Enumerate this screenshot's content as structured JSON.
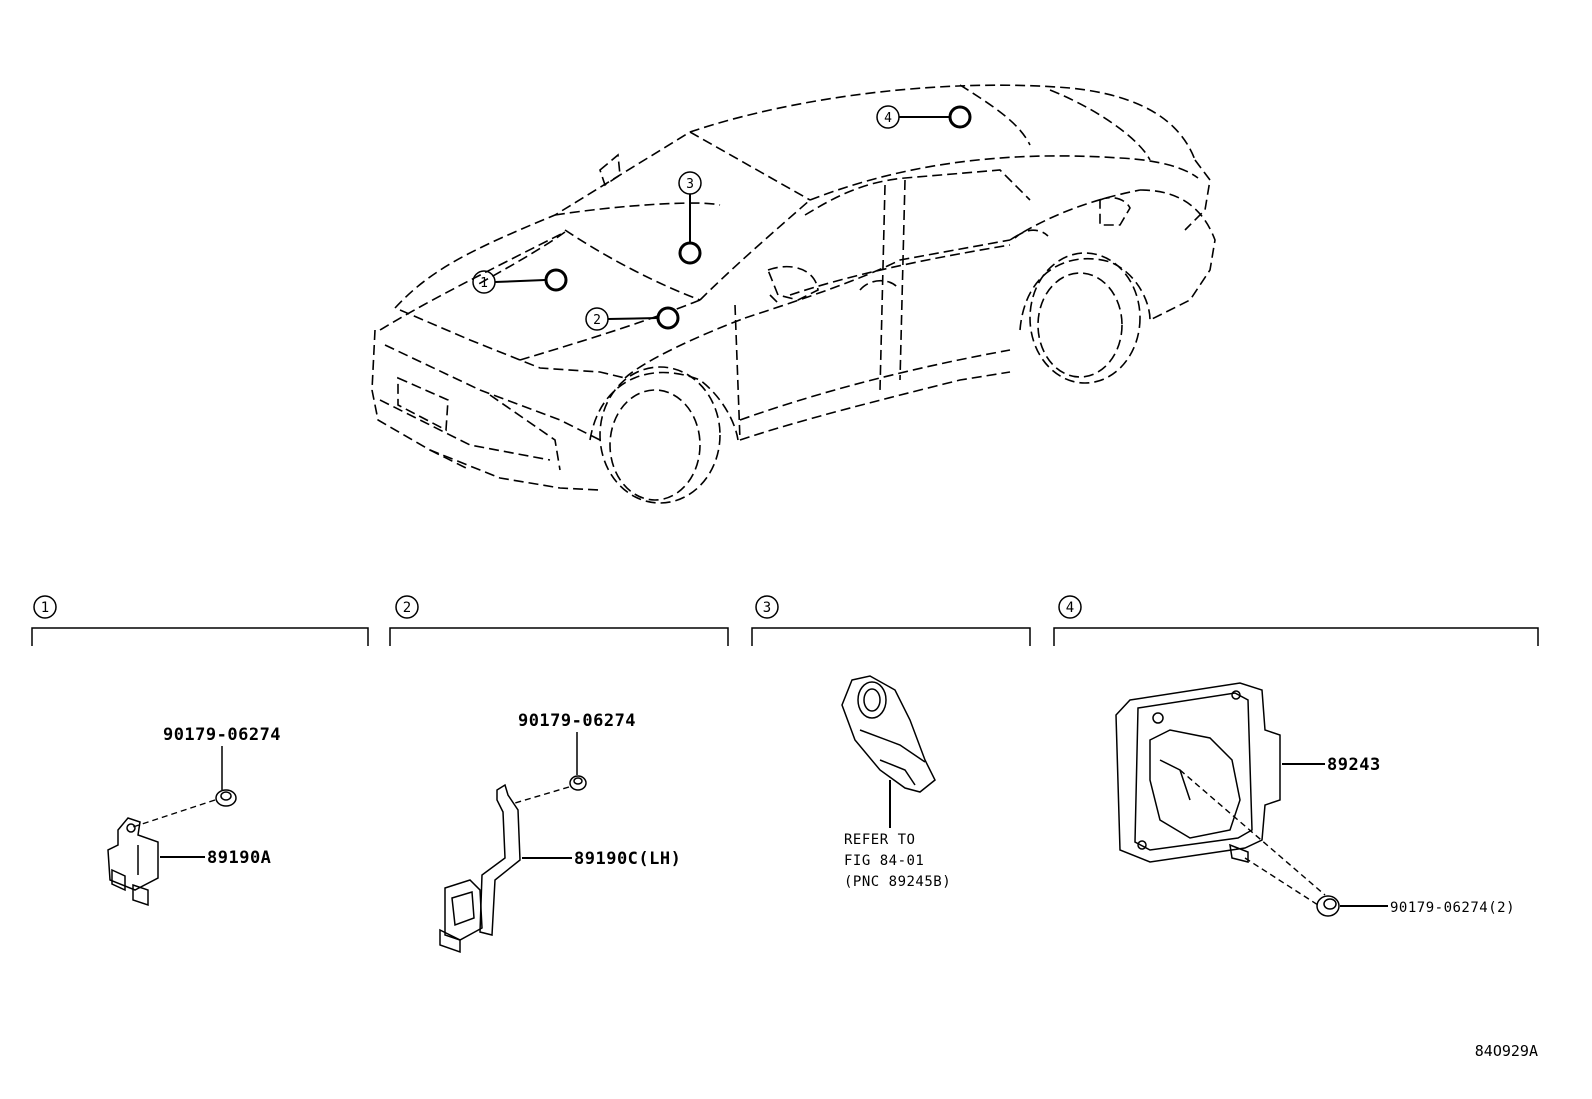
{
  "callouts": [
    {
      "num": "1"
    },
    {
      "num": "2"
    },
    {
      "num": "3"
    },
    {
      "num": "4"
    }
  ],
  "sections": [
    {
      "num": "1",
      "labels": {
        "fastener": "90179-06274",
        "part": "89190A"
      }
    },
    {
      "num": "2",
      "labels": {
        "fastener": "90179-06274",
        "part": "89190C(LH)"
      }
    },
    {
      "num": "3",
      "labels": {
        "refer_line1": "REFER TO",
        "refer_line2": "FIG 84-01",
        "refer_line3": "(PNC 89245B)"
      }
    },
    {
      "num": "4",
      "labels": {
        "part": "89243",
        "fastener": "90179-06274(2)"
      }
    }
  ],
  "figure_code": "84O929A"
}
